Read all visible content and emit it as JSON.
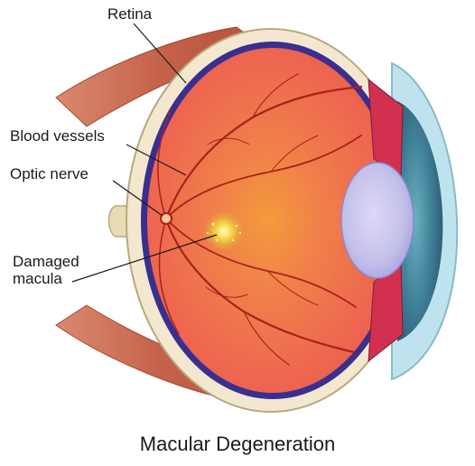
{
  "labels": {
    "retina": "Retina",
    "blood_vessels": "Blood vessels",
    "optic_nerve": "Optic nerve",
    "damaged_line1": "Damaged",
    "damaged_line2": "macula"
  },
  "caption": "Macular Degeneration",
  "colors": {
    "muscle": "#c5624a",
    "sclera": "#f3e8cf",
    "choroid": "#3a2f8f",
    "retina_interior": "#f06a4f",
    "blood_vessel": "#a8221c",
    "lens": "#c9c6ec",
    "iris": "#4f8fa3",
    "cornea": "#bfe3ee",
    "optic_nerve": "#e8dcb4",
    "macula_damage": "#f2d443"
  }
}
